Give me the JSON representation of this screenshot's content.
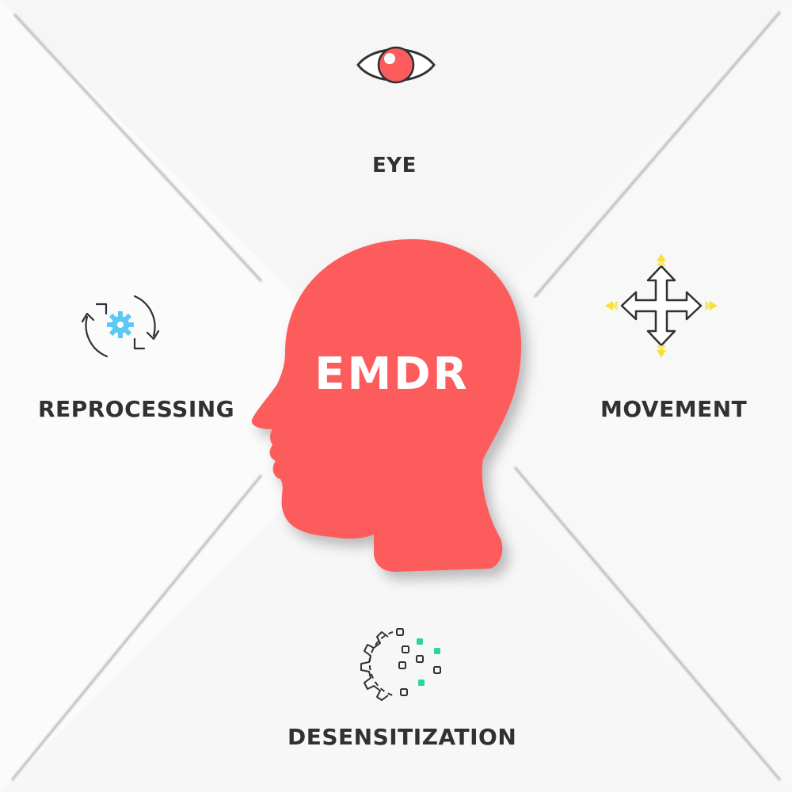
{
  "center": {
    "title": "EMDR"
  },
  "sections": {
    "eye": {
      "label": "EYE"
    },
    "movement": {
      "label": "MOVEMENT"
    },
    "desensitization": {
      "label": "DESENSITIZATION"
    },
    "reprocessing": {
      "label": "REPROCESSING"
    }
  },
  "colors": {
    "accent": "#fd5c5c",
    "text": "#2f3132",
    "background_quadrant": "#f5f5f5",
    "arrow_highlight": "#f7e23c",
    "gear_highlight": "#5cc8f5",
    "dot_highlight": "#2fd3a1"
  },
  "icons": {
    "eye": "eye-icon",
    "movement": "move-arrows-icon",
    "desensitization": "gear-dots-icon",
    "reprocessing": "refresh-gear-icon"
  }
}
